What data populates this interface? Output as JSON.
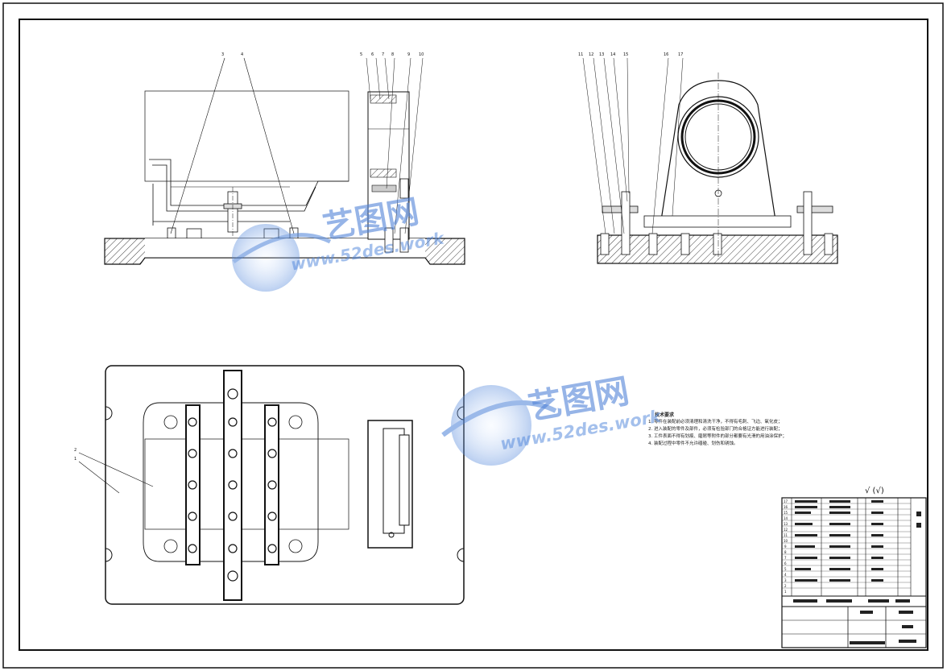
{
  "balloons_front": [
    "3",
    "4"
  ],
  "balloons_side": [
    "5",
    "6",
    "7",
    "8",
    "9",
    "10"
  ],
  "balloons_right": [
    "11",
    "12",
    "13",
    "14",
    "15",
    "16",
    "17"
  ],
  "balloons_plan": [
    "2",
    "1"
  ],
  "tech_notes": {
    "title": "技术要求",
    "items": [
      "1. 零件在装配前必须清理和清洗干净，不得有毛刺、飞边、氧化皮；",
      "2. 进入装配的零件及部件，必须有检验部门的合格证方能进行装配；",
      "3. 工件表面不得有划痕、磨屑等附件的部分都要有光滑的用油涂保护；",
      "4. 装配过程中零件不允许磕碰、划伤和锈蚀。"
    ]
  },
  "surface_finish": "√ (√)",
  "parts_rows": [
    "17",
    "16",
    "15",
    "14",
    "13",
    "12",
    "11",
    "10",
    "9",
    "8",
    "7",
    "6",
    "5",
    "4",
    "3",
    "2",
    "1"
  ],
  "watermark": {
    "cn": "艺图网",
    "url": "www.52des.work"
  },
  "colors": {
    "line": "#111111",
    "watermark": "#5a8cdc"
  }
}
